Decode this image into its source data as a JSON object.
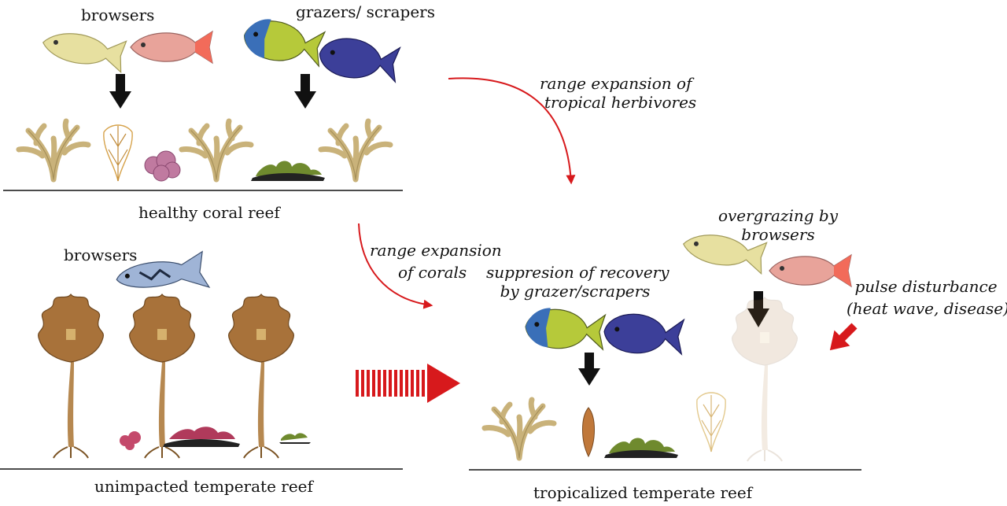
{
  "labels": {
    "browsers_top": "browsers",
    "grazers_scrapers": "grazers/ scrapers",
    "range_tropical": [
      "range expansion of",
      "tropical herbivores"
    ],
    "healthy_coral_reef": "healthy coral reef",
    "browsers_left": "browsers",
    "range_corals": [
      "range expansion",
      "of corals"
    ],
    "suppression": [
      "suppresion of recovery",
      "by grazer/scrapers"
    ],
    "overgrazing": [
      "overgrazing by",
      "browsers"
    ],
    "pulse": [
      "pulse disturbance",
      "(heat wave, disease)"
    ],
    "unimpacted": "unimpacted temperate reef",
    "tropicalized": "tropicalized temperate reef"
  },
  "colors": {
    "red_arrow": "#d7191c",
    "black_arrow": "#111111",
    "coral": "#c9b27a",
    "kelp": "#a8723a",
    "faded_kelp": "#ece4dc",
    "browser_fish": "#e7e0a0",
    "parrotfish": "#e8a39a",
    "surgeon_yellow": "#b6c93a",
    "surgeon_blue": "#3c3f99",
    "temperate_fish": "#9fb4d6",
    "pink_alga": "#c4496b",
    "turf_green": "#6f8a2e"
  }
}
